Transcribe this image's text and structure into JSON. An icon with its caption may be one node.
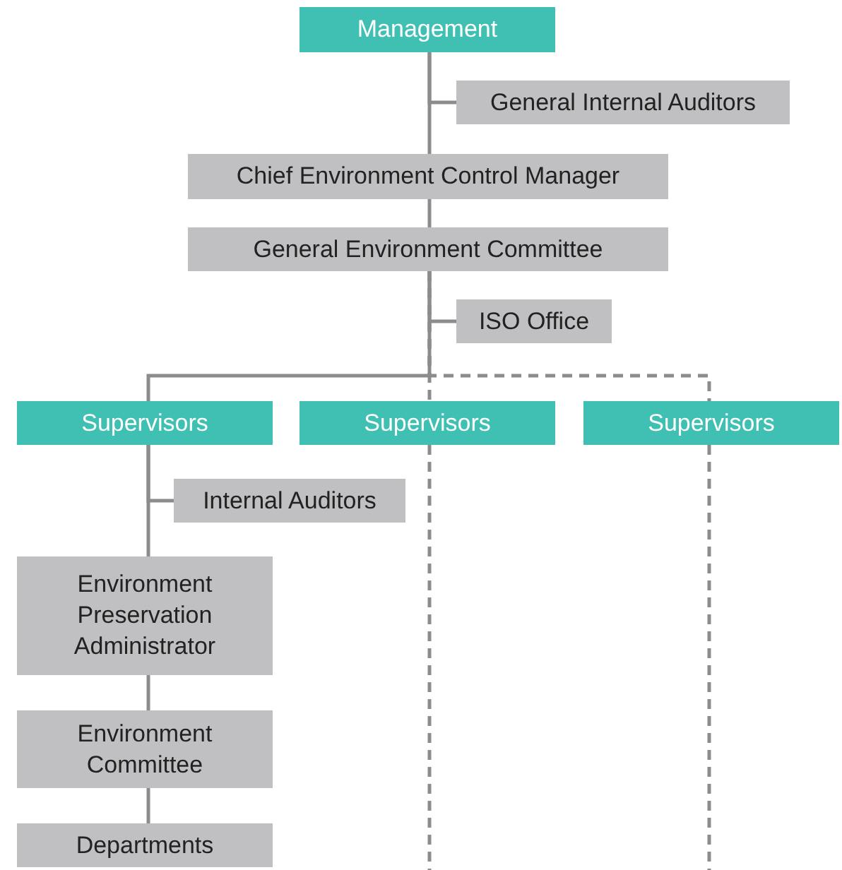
{
  "diagram": {
    "nodes": [
      {
        "text": [
          "Management"
        ]
      },
      {
        "text": [
          "General Internal Auditors"
        ]
      },
      {
        "text": [
          "Chief Environment Control Manager"
        ]
      },
      {
        "text": [
          "General Environment Committee"
        ]
      },
      {
        "text": [
          "ISO Office"
        ]
      },
      {
        "text": [
          "Supervisors"
        ]
      },
      {
        "text": [
          "Supervisors"
        ]
      },
      {
        "text": [
          "Supervisors"
        ]
      },
      {
        "text": [
          "Internal Auditors"
        ]
      },
      {
        "text": [
          "Environment Preservation Administrator"
        ]
      },
      {
        "text": [
          "Environment Committee"
        ]
      },
      {
        "text": [
          "Departments"
        ]
      }
    ],
    "edges": [
      {
        "from": 0,
        "to": 1,
        "arrow": "none"
      },
      {
        "from": 0,
        "to": 2,
        "arrow": "none"
      },
      {
        "from": 2,
        "to": 3,
        "arrow": "none"
      },
      {
        "from": 3,
        "to": 4,
        "arrow": "none"
      },
      {
        "from": 3,
        "to": 5,
        "arrow": "none"
      },
      {
        "from": 3,
        "to": 6,
        "arrow": "none",
        "style": "dashed"
      },
      {
        "from": 3,
        "to": 7,
        "arrow": "none",
        "style": "dashed"
      },
      {
        "from": 6,
        "to": null,
        "arrow": "none",
        "style": "dashed"
      },
      {
        "from": 7,
        "to": null,
        "arrow": "none",
        "style": "dashed"
      },
      {
        "from": 5,
        "to": 8,
        "arrow": "none"
      },
      {
        "from": 5,
        "to": 9,
        "arrow": "none"
      },
      {
        "from": 9,
        "to": 10,
        "arrow": "none"
      },
      {
        "from": 10,
        "to": 11,
        "arrow": "none"
      }
    ]
  }
}
